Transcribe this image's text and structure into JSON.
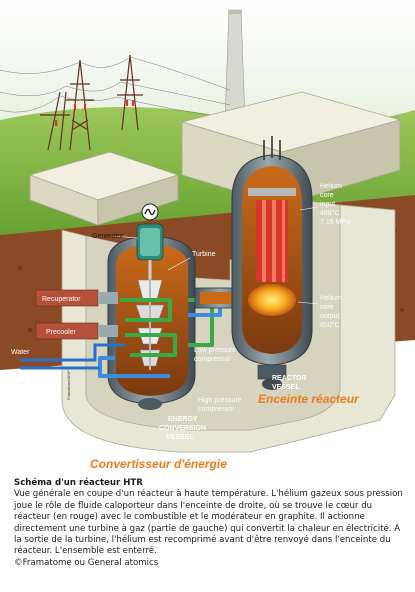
{
  "diagram": {
    "labels": {
      "generator": "Generator",
      "turbine": "Turbine",
      "recuperator": "Recuperator",
      "precooler": "Precooler",
      "water": "Water",
      "low_pressure_compressor": [
        "Low pressure",
        "compressor"
      ],
      "high_pressure_compressor": [
        "High pressure",
        "compressor"
      ],
      "energy_conversion_vessel": [
        "ENERGY",
        "CONVERSION",
        "VESSEL"
      ],
      "reactor_vessel": [
        "REACTOR",
        "VESSEL"
      ],
      "helium_core_input": [
        "Helium",
        "core",
        "input",
        "488°C",
        "7.15 MPa"
      ],
      "helium_core_output": [
        "Helium",
        "core",
        "output",
        "850°C"
      ],
      "enceinte_reacteur": "Enceinte réacteur",
      "convertisseur_energie": "Convertisseur d'énergie",
      "image_credit": "Framatome/ANP"
    },
    "colors": {
      "sky": "#e9f1e4",
      "grass": "#7fb23a",
      "soil": "#8a4a25",
      "concrete": "#e8e6d4",
      "vessel": "#6f7f86",
      "core": "#d9352a",
      "hot_core": "#f6a820",
      "helium_pipe": "#3d8ce0",
      "green_pipe": "#39a845",
      "water_pipe": "#2a70c9",
      "accent_orange": "#f07a1a",
      "recuperator_box": "#b5503a"
    }
  },
  "caption": {
    "title": "Schéma d'un réacteur HTR",
    "body": "Vue générale en coupe d'un réacteur à haute température. L'hélium gazeux sous pression joue le rôle de fluide caloporteur dans l'enceinte de droite, où se trouve le cœur du réacteur (en rouge) avec le combustible et le modérateur en graphite. Il actionne directement une turbine à gaz (partie de gauche) qui convertit la chaleur en électricité. À la sortie de la turbine, l'hélium est recomprimé avant d'être renvoyé dans l'enceinte du réacteur. L'ensemble est enterré.",
    "copyright": "©Framatome ou General atomics"
  }
}
